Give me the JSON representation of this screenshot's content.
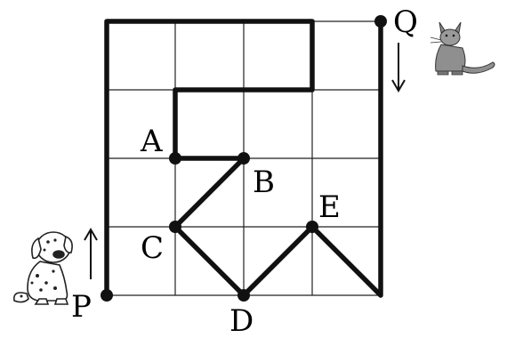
{
  "labels": {
    "p": "P",
    "q": "Q",
    "a": "A",
    "b": "B",
    "c": "C",
    "d": "D",
    "e": "E"
  },
  "icons": {
    "dog": "dalmatian-dog-icon",
    "cat": "cat-icon",
    "up": "arrow-up-icon",
    "down": "arrow-down-icon"
  }
}
